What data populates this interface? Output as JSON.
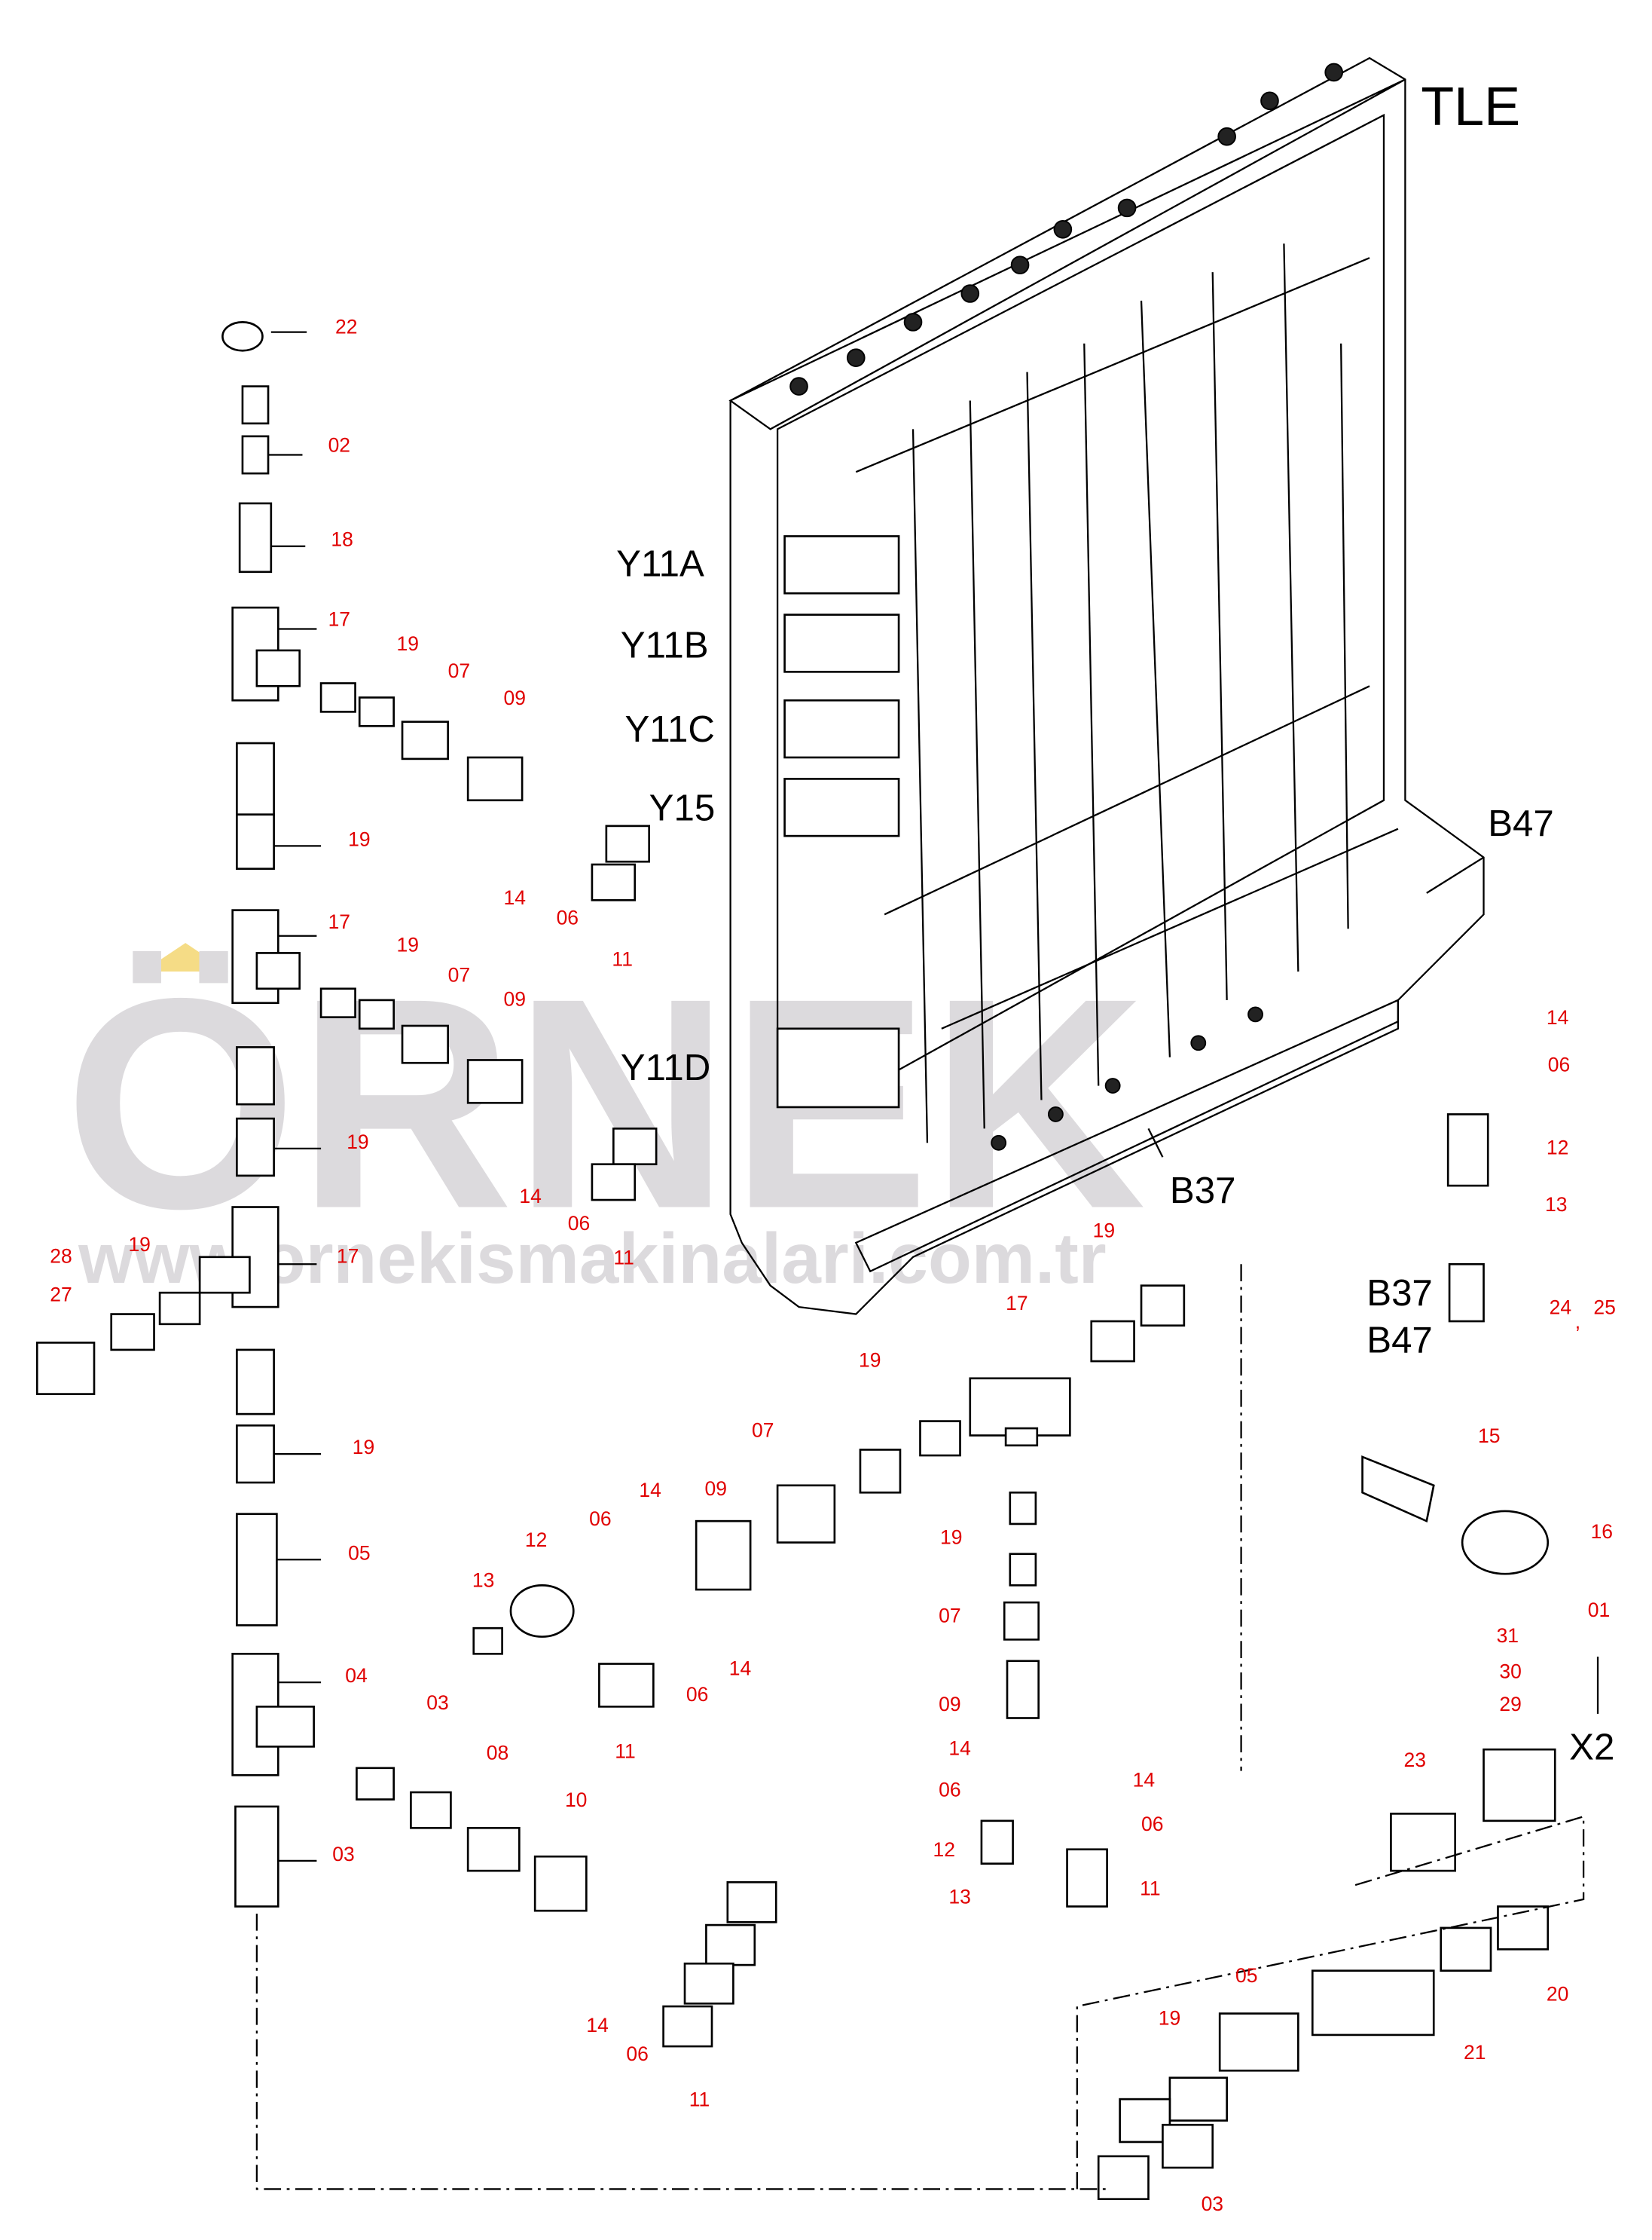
{
  "watermark": {
    "brand": "ÖRNEK",
    "url": "www.ornekismakinalari.com.tr"
  },
  "assembly_labels": {
    "tle": "TLE",
    "y11a": "Y11A",
    "y11b": "Y11B",
    "y11c": "Y11C",
    "y15": "Y15",
    "y11d": "Y11D",
    "b47_panel": "B47",
    "b37_panel": "B37",
    "b37_sensor": "B37",
    "b47_sensor": "B47",
    "x2": "X2",
    "comma": ","
  },
  "callouts": [
    "22",
    "02",
    "18",
    "17",
    "19",
    "07",
    "09",
    "19",
    "14",
    "06",
    "11",
    "17",
    "19",
    "07",
    "09",
    "19",
    "14",
    "06",
    "11",
    "28",
    "19",
    "17",
    "27",
    "19",
    "05",
    "04",
    "03",
    "08",
    "10",
    "03",
    "14",
    "06",
    "11",
    "13",
    "12",
    "06",
    "14",
    "09",
    "07",
    "19",
    "17",
    "19",
    "19",
    "07",
    "09",
    "14",
    "06",
    "12",
    "13",
    "14",
    "06",
    "11",
    "14",
    "06",
    "11",
    "14",
    "06",
    "12",
    "13",
    "24",
    "25",
    "15",
    "16",
    "31",
    "30",
    "29",
    "01",
    "23",
    "20",
    "21",
    "05",
    "19",
    "03"
  ],
  "colors": {
    "callout": "#e00000",
    "line": "#000000",
    "watermark": "#d9d7da"
  }
}
